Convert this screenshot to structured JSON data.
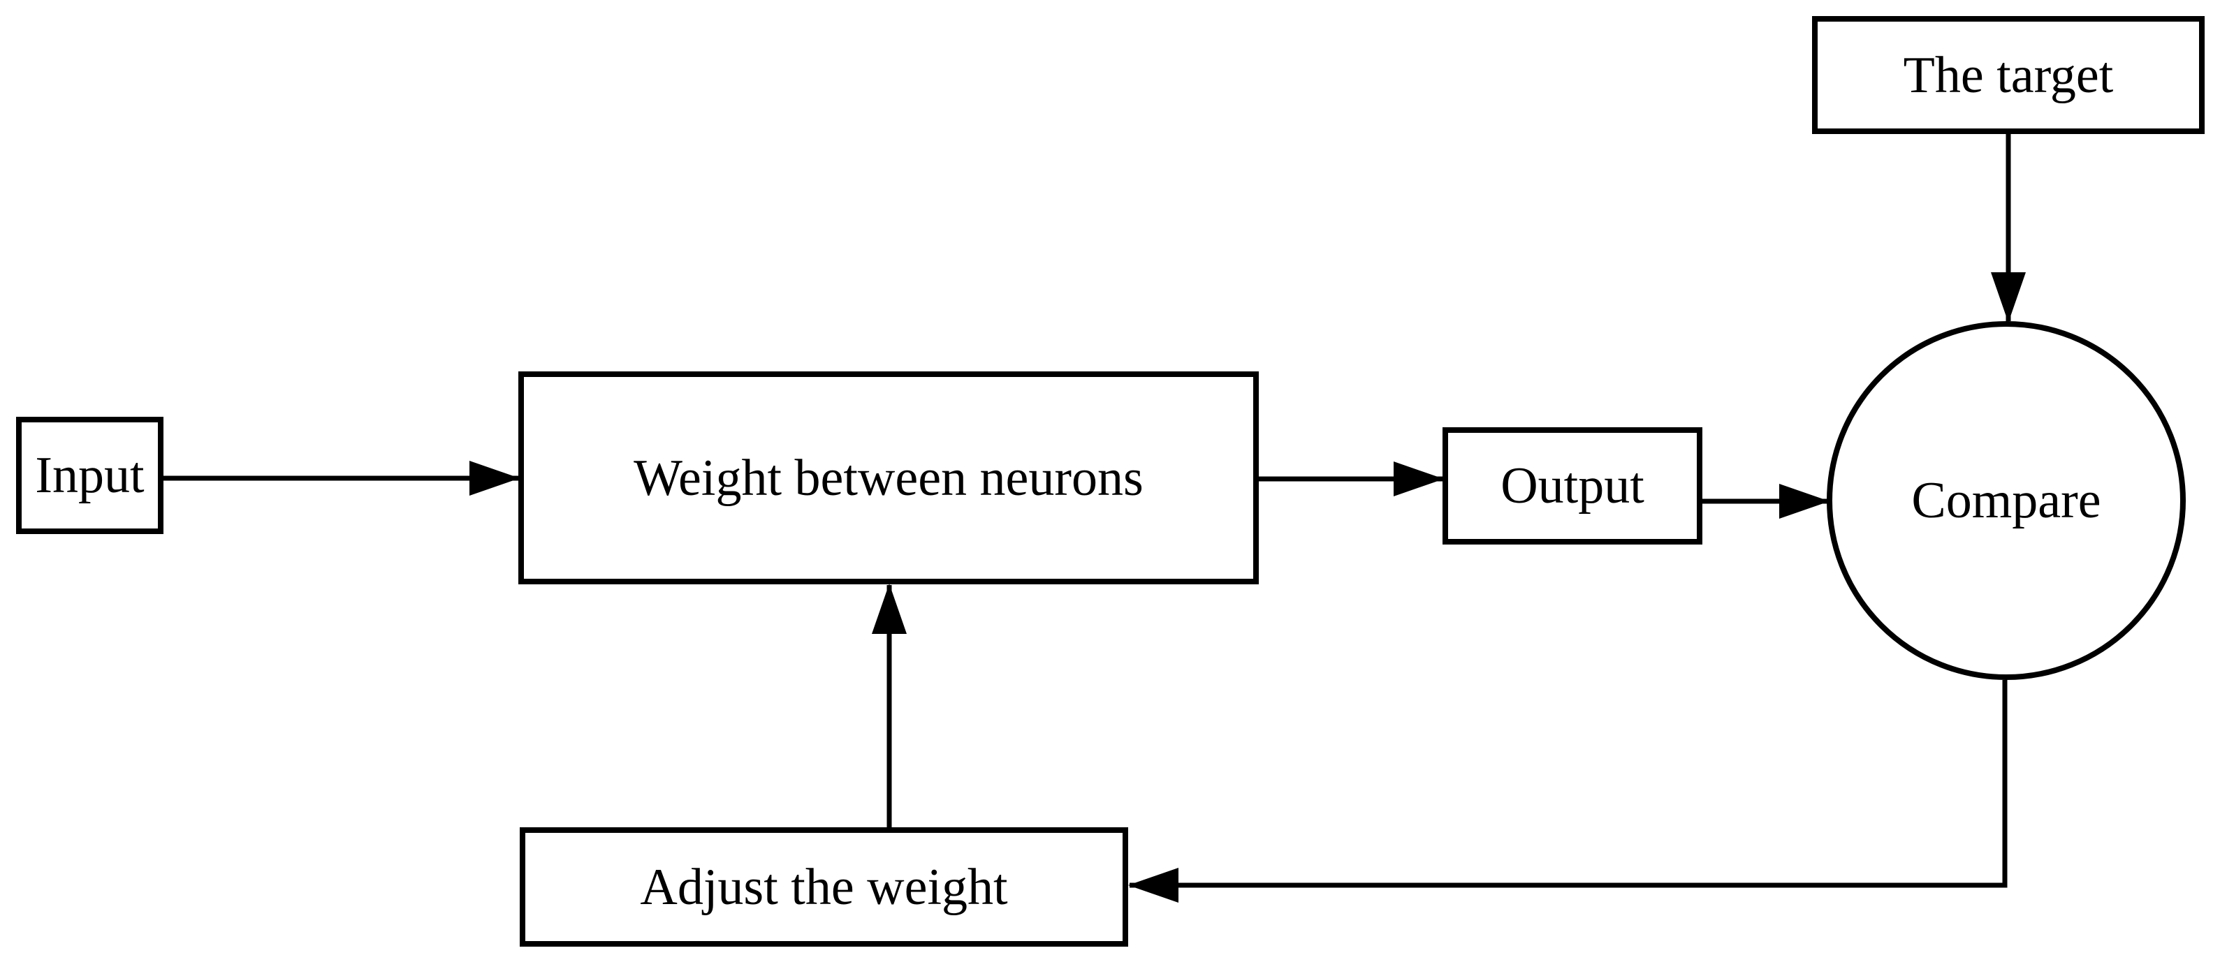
{
  "diagram": {
    "type": "flowchart",
    "background_color": "#ffffff",
    "stroke_color": "#000000",
    "nodes": [
      {
        "id": "input",
        "label": "Input",
        "shape": "rect"
      },
      {
        "id": "weight-between-neurons",
        "label": "Weight between neurons",
        "shape": "rect"
      },
      {
        "id": "output",
        "label": "Output",
        "shape": "rect"
      },
      {
        "id": "compare",
        "label": "Compare",
        "shape": "circle"
      },
      {
        "id": "the-target",
        "label": "The target",
        "shape": "rect"
      },
      {
        "id": "adjust-the-weight",
        "label": "Adjust the weight",
        "shape": "rect"
      }
    ],
    "edges": [
      {
        "from": "input",
        "to": "weight-between-neurons",
        "direction": "right"
      },
      {
        "from": "weight-between-neurons",
        "to": "output",
        "direction": "right"
      },
      {
        "from": "output",
        "to": "compare",
        "direction": "right"
      },
      {
        "from": "the-target",
        "to": "compare",
        "direction": "down"
      },
      {
        "from": "compare",
        "to": "adjust-the-weight",
        "direction": "down-then-left"
      },
      {
        "from": "adjust-the-weight",
        "to": "weight-between-neurons",
        "direction": "up"
      }
    ]
  }
}
